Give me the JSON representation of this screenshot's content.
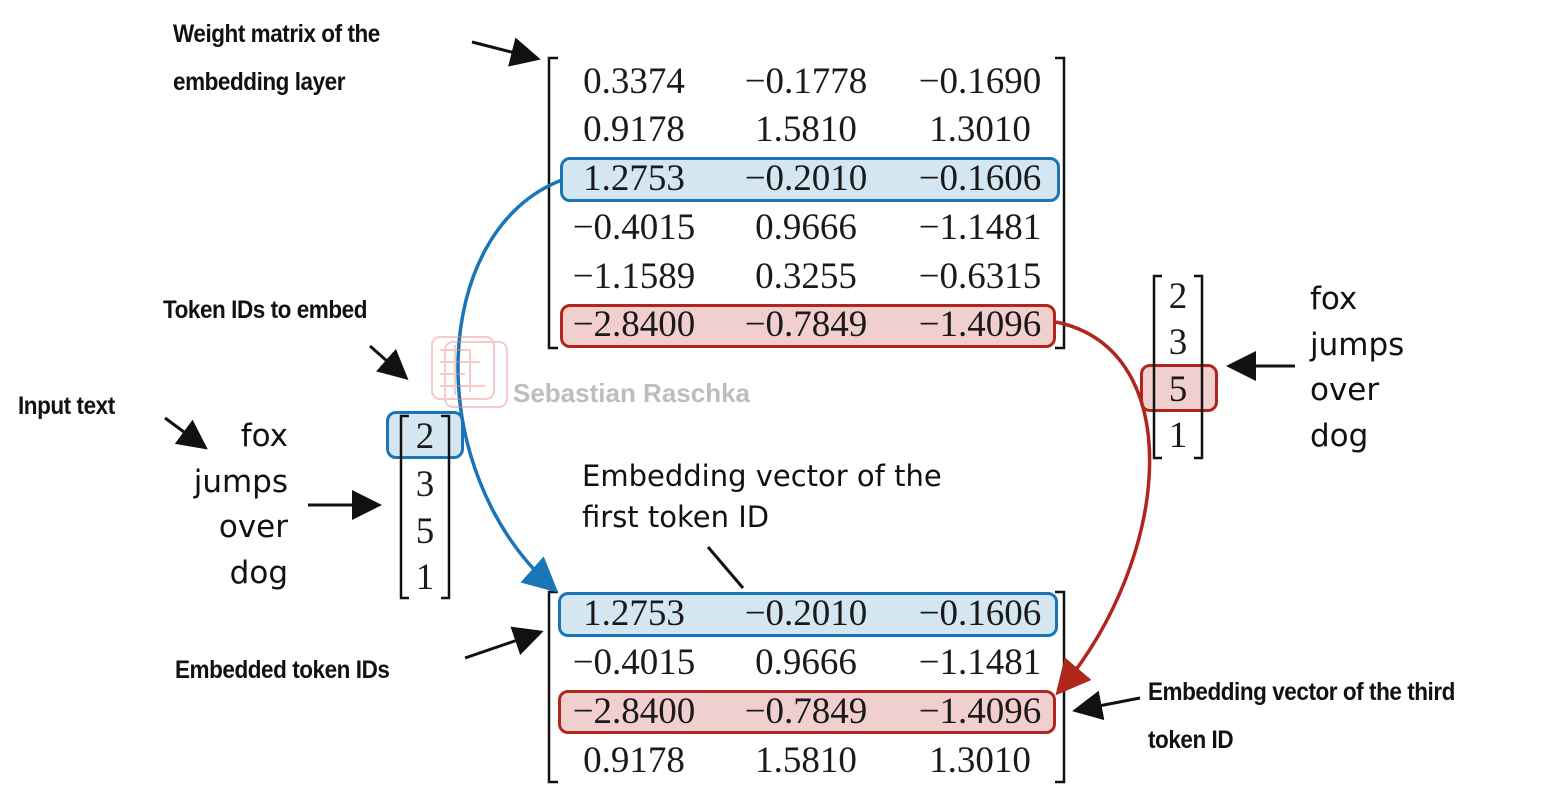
{
  "labels": {
    "weight_matrix": [
      "Weight matrix of the",
      "embedding layer"
    ],
    "token_ids": "Token IDs to embed",
    "input_text": "Input text",
    "embedded_ids": "Embedded token IDs",
    "first_vec": [
      "Embedding vector of the",
      "first token ID"
    ],
    "third_vec": [
      "Embedding vector of the third",
      "token ID"
    ]
  },
  "watermark": "Sebastian Raschka",
  "input_words": [
    "fox",
    "jumps",
    "over",
    "dog"
  ],
  "token_ids": [
    "2",
    "3",
    "5",
    "1"
  ],
  "weight_matrix": [
    [
      "0.3374",
      "−0.1778",
      "−0.1690"
    ],
    [
      "0.9178",
      "1.5810",
      "1.3010"
    ],
    [
      "1.2753",
      "−0.2010",
      "−0.1606"
    ],
    [
      "−0.4015",
      "0.9666",
      "−1.1481"
    ],
    [
      "−1.1589",
      "0.3255",
      "−0.6315"
    ],
    [
      "−2.8400",
      "−0.7849",
      "−1.4096"
    ]
  ],
  "embedded": [
    [
      "1.2753",
      "−0.2010",
      "−0.1606"
    ],
    [
      "−0.4015",
      "0.9666",
      "−1.1481"
    ],
    [
      "−2.8400",
      "−0.7849",
      "−1.4096"
    ],
    [
      "0.9178",
      "1.5810",
      "1.3010"
    ]
  ],
  "colors": {
    "blue": "#1a75b8",
    "blue_fill": "#d3e6f2",
    "red": "#b0261c",
    "red_fill": "#f2cfcf"
  }
}
